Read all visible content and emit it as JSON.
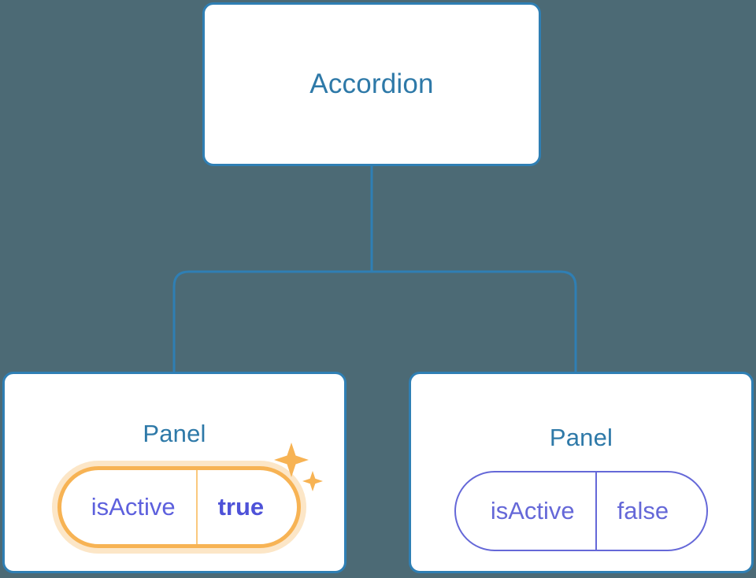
{
  "diagram": {
    "type": "component-tree",
    "background_color": "#4c6a75",
    "node_border_color": "#2f7fb4",
    "node_title_color": "#2e79a8",
    "prop_text_color": "#6568d8",
    "highlight_color": "#f7b354",
    "highlight_halo_color": "#fbdca8",
    "root": {
      "title": "Accordion"
    },
    "children": [
      {
        "title": "Panel",
        "highlighted": true,
        "prop": {
          "key": "isActive",
          "value": "true"
        },
        "sparkle": "sparkles-icon"
      },
      {
        "title": "Panel",
        "highlighted": false,
        "prop": {
          "key": "isActive",
          "value": "false"
        }
      }
    ]
  }
}
